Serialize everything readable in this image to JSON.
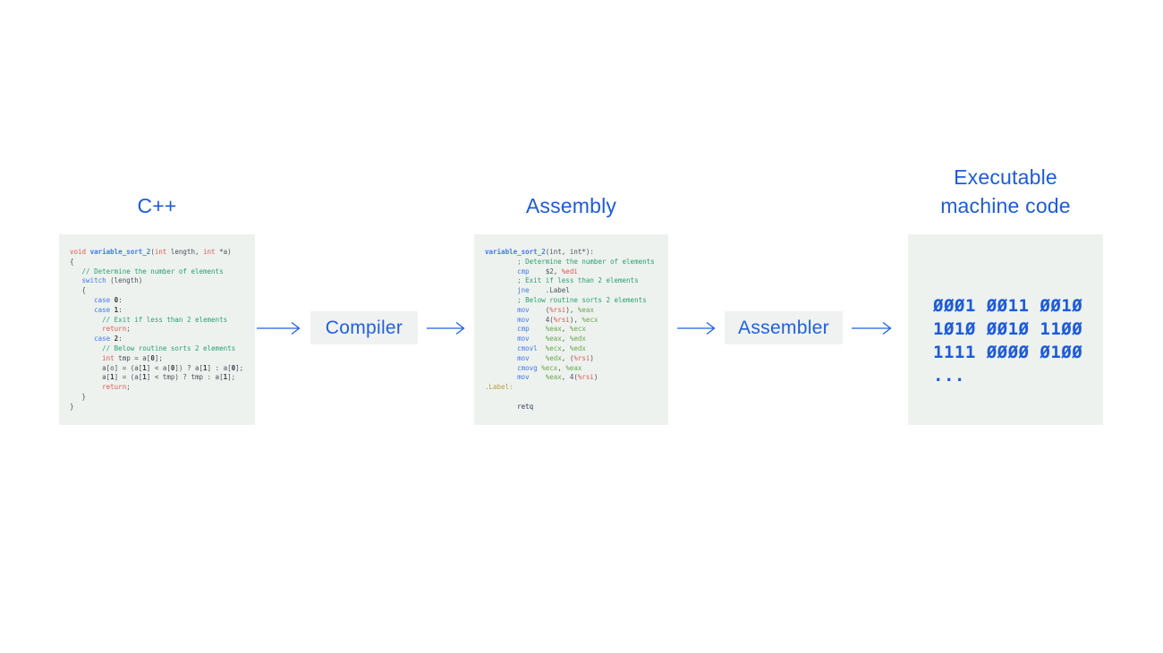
{
  "diagram": {
    "stages": {
      "cpp": {
        "title": "C++"
      },
      "assembly": {
        "title": "Assembly"
      },
      "executable": {
        "title_line1": "Executable",
        "title_line2": "machine code"
      }
    },
    "operations": {
      "compiler_label": "Compiler",
      "assembler_label": "Assembler"
    },
    "arrows": [
      "source-to-compiler",
      "compiler-to-assembly",
      "assembly-to-assembler",
      "assembler-to-machine-code"
    ]
  },
  "colors": {
    "accent_blue": "#1d5bdb",
    "operation_text_blue": "#2160e0",
    "panel_background": "#edf2ef",
    "operation_box_background": "#eff2f1",
    "code_keyword_red": "#e4574d",
    "code_function_blue": "#4078f2",
    "code_comment_green": "#2aa06e",
    "code_register_green": "#6aa84c",
    "code_label_olive": "#b3a43c",
    "code_plain": "#4a5058"
  },
  "cpp_code": {
    "lines": [
      [
        [
          "kw",
          "void "
        ],
        [
          "fn",
          "variable_sort_2"
        ],
        [
          "pl",
          "("
        ],
        [
          "kw",
          "int"
        ],
        [
          "pl",
          " length, "
        ],
        [
          "kw",
          "int"
        ],
        [
          "pl",
          " *a)"
        ]
      ],
      [
        [
          "pl",
          "{"
        ]
      ],
      [
        [
          "cm",
          "   // Determine the number of elements"
        ]
      ],
      [
        [
          "ins",
          "   switch"
        ],
        [
          "pl",
          " (length)"
        ]
      ],
      [
        [
          "pl",
          "   {"
        ]
      ],
      [
        [
          "ins",
          "      case "
        ],
        [
          "num",
          "0"
        ],
        [
          "pl",
          ":"
        ]
      ],
      [
        [
          "ins",
          "      case "
        ],
        [
          "num",
          "1"
        ],
        [
          "pl",
          ":"
        ]
      ],
      [
        [
          "cm",
          "        // Exit if less than 2 elements"
        ]
      ],
      [
        [
          "kw",
          "        return"
        ],
        [
          "pl",
          ";"
        ]
      ],
      [
        [
          "ins",
          "      case "
        ],
        [
          "num",
          "2"
        ],
        [
          "pl",
          ":"
        ]
      ],
      [
        [
          "cm",
          "        // Below routine sorts 2 elements"
        ]
      ],
      [
        [
          "kw",
          "        int"
        ],
        [
          "pl",
          " tmp = a["
        ],
        [
          "num",
          "0"
        ],
        [
          "pl",
          "];"
        ]
      ],
      [
        [
          "pl",
          "        a[o] = (a["
        ],
        [
          "num",
          "1"
        ],
        [
          "pl",
          "] < a["
        ],
        [
          "num",
          "0"
        ],
        [
          "pl",
          "]) ? a["
        ],
        [
          "num",
          "1"
        ],
        [
          "pl",
          "] : a["
        ],
        [
          "num",
          "0"
        ],
        [
          "pl",
          "];"
        ]
      ],
      [
        [
          "pl",
          "        a["
        ],
        [
          "num",
          "1"
        ],
        [
          "pl",
          "] = (a["
        ],
        [
          "num",
          "1"
        ],
        [
          "pl",
          "] < tmp) ? tmp : a["
        ],
        [
          "num",
          "1"
        ],
        [
          "pl",
          "];"
        ]
      ],
      [
        [
          "kw",
          "        return"
        ],
        [
          "pl",
          ";"
        ]
      ],
      [
        [
          "pl",
          "   }"
        ]
      ],
      [
        [
          "pl",
          "}"
        ]
      ]
    ]
  },
  "assembly_code": {
    "lines": [
      [
        [
          "fn",
          "variable_sort_2"
        ],
        [
          "pl",
          "(int, int*):"
        ]
      ],
      [
        [
          "cm",
          "        ; Determine the number of elements"
        ]
      ],
      [
        [
          "ins",
          "        cmp"
        ],
        [
          "pl",
          "    $2, "
        ],
        [
          "mem",
          "%edi"
        ]
      ],
      [
        [
          "cm",
          "        ; Exit if less than 2 elements"
        ]
      ],
      [
        [
          "ins",
          "        jne"
        ],
        [
          "pl",
          "    .Label"
        ]
      ],
      [
        [
          "cm",
          "        ; Below routine sorts 2 elements"
        ]
      ],
      [
        [
          "ins",
          "        mov"
        ],
        [
          "pl",
          "    ("
        ],
        [
          "mem",
          "%rsi"
        ],
        [
          "pl",
          "), "
        ],
        [
          "reg",
          "%eax"
        ]
      ],
      [
        [
          "ins",
          "        mov"
        ],
        [
          "pl",
          "    4("
        ],
        [
          "mem",
          "%rsi"
        ],
        [
          "pl",
          "), "
        ],
        [
          "reg",
          "%ecx"
        ]
      ],
      [
        [
          "ins",
          "        cmp"
        ],
        [
          "pl",
          "    "
        ],
        [
          "reg",
          "%eax"
        ],
        [
          "pl",
          ", "
        ],
        [
          "reg",
          "%ecx"
        ]
      ],
      [
        [
          "ins",
          "        mov"
        ],
        [
          "pl",
          "    "
        ],
        [
          "reg",
          "%eax"
        ],
        [
          "pl",
          ", "
        ],
        [
          "reg",
          "%edx"
        ]
      ],
      [
        [
          "ins",
          "        cmovl"
        ],
        [
          "pl",
          "  "
        ],
        [
          "reg",
          "%ecx"
        ],
        [
          "pl",
          ", "
        ],
        [
          "reg",
          "%edx"
        ]
      ],
      [
        [
          "ins",
          "        mov"
        ],
        [
          "pl",
          "    "
        ],
        [
          "reg",
          "%edx"
        ],
        [
          "pl",
          ", ("
        ],
        [
          "mem",
          "%rsi"
        ],
        [
          "pl",
          ")"
        ]
      ],
      [
        [
          "ins",
          "        cmovg"
        ],
        [
          "pl",
          " "
        ],
        [
          "reg",
          "%ecx"
        ],
        [
          "pl",
          ", "
        ],
        [
          "reg",
          "%eax"
        ]
      ],
      [
        [
          "ins",
          "        mov"
        ],
        [
          "pl",
          "    "
        ],
        [
          "reg",
          "%eax"
        ],
        [
          "pl",
          ", 4("
        ],
        [
          "mem",
          "%rsi"
        ],
        [
          "pl",
          ")"
        ]
      ],
      [
        [
          "lbl",
          ".Label:"
        ]
      ],
      [
        [
          "pl",
          ""
        ]
      ],
      [
        [
          "ret",
          "        retq"
        ]
      ]
    ]
  },
  "machine_code": {
    "lines": [
      "0001 0011 0010",
      "1010 0010 1100",
      "1111 0000 0100",
      "..."
    ]
  }
}
